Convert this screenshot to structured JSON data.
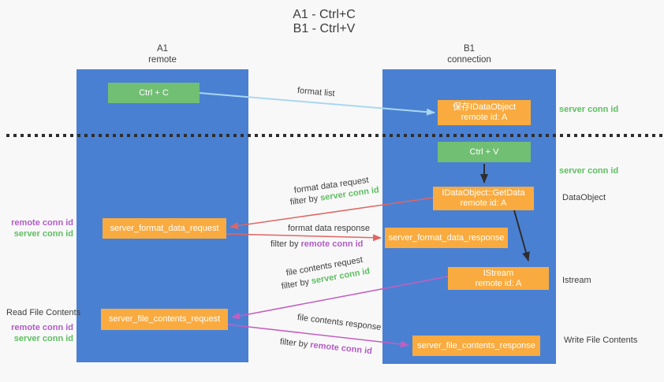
{
  "title": {
    "line1": "A1 - Ctrl+C",
    "line2": "B1 - Ctrl+V"
  },
  "lifelines": {
    "left": {
      "name": "A1",
      "role": "remote"
    },
    "right": {
      "name": "B1",
      "role": "connection"
    }
  },
  "nodes": {
    "ctrl_c": {
      "label": "Ctrl + C"
    },
    "ctrl_v": {
      "label": "Ctrl + V"
    },
    "save_idataobject": {
      "line1": "保存IDataObject",
      "line2": "remote id: A"
    },
    "idataobject_getdata": {
      "line1": "IDataObject::GetData",
      "line2": "remote id: A"
    },
    "istream": {
      "line1": "IStream",
      "line2": "remote id: A"
    },
    "server_format_data_request": {
      "label": "server_format_data_request"
    },
    "server_format_data_response": {
      "label": "server_format_data_response"
    },
    "server_file_contents_request": {
      "label": "server_file_contents_request"
    },
    "server_file_contents_response": {
      "label": "server_file_contents_response"
    }
  },
  "arrow_labels": {
    "format_list": "format list",
    "format_data_request": "format data request",
    "format_data_response": "format data response",
    "file_contents_request": "file contents request",
    "file_contents_response": "file contents response",
    "filter_by": "filter by",
    "server_conn_id": "server conn id",
    "remote_conn_id": "remote conn id"
  },
  "side_labels": {
    "server_conn_id": "server conn id",
    "remote_conn_id": "remote conn id",
    "dataobject": "DataObject",
    "istream": "Istream",
    "read_file_contents": "Read File Contents",
    "write_file_contents": "Write File Contents"
  },
  "colors": {
    "lifeline_blue": "#4a80d2",
    "action_green": "#71bf73",
    "message_orange": "#f9ab40",
    "arrow_lightblue": "#a9d7f2",
    "arrow_red": "#e06663",
    "arrow_magenta": "#c45ec0",
    "arrow_black": "#2e2e2e",
    "conn_id_green": "#5fbe63",
    "conn_id_purple": "#b25cc6",
    "background": "#f8f8f8"
  }
}
